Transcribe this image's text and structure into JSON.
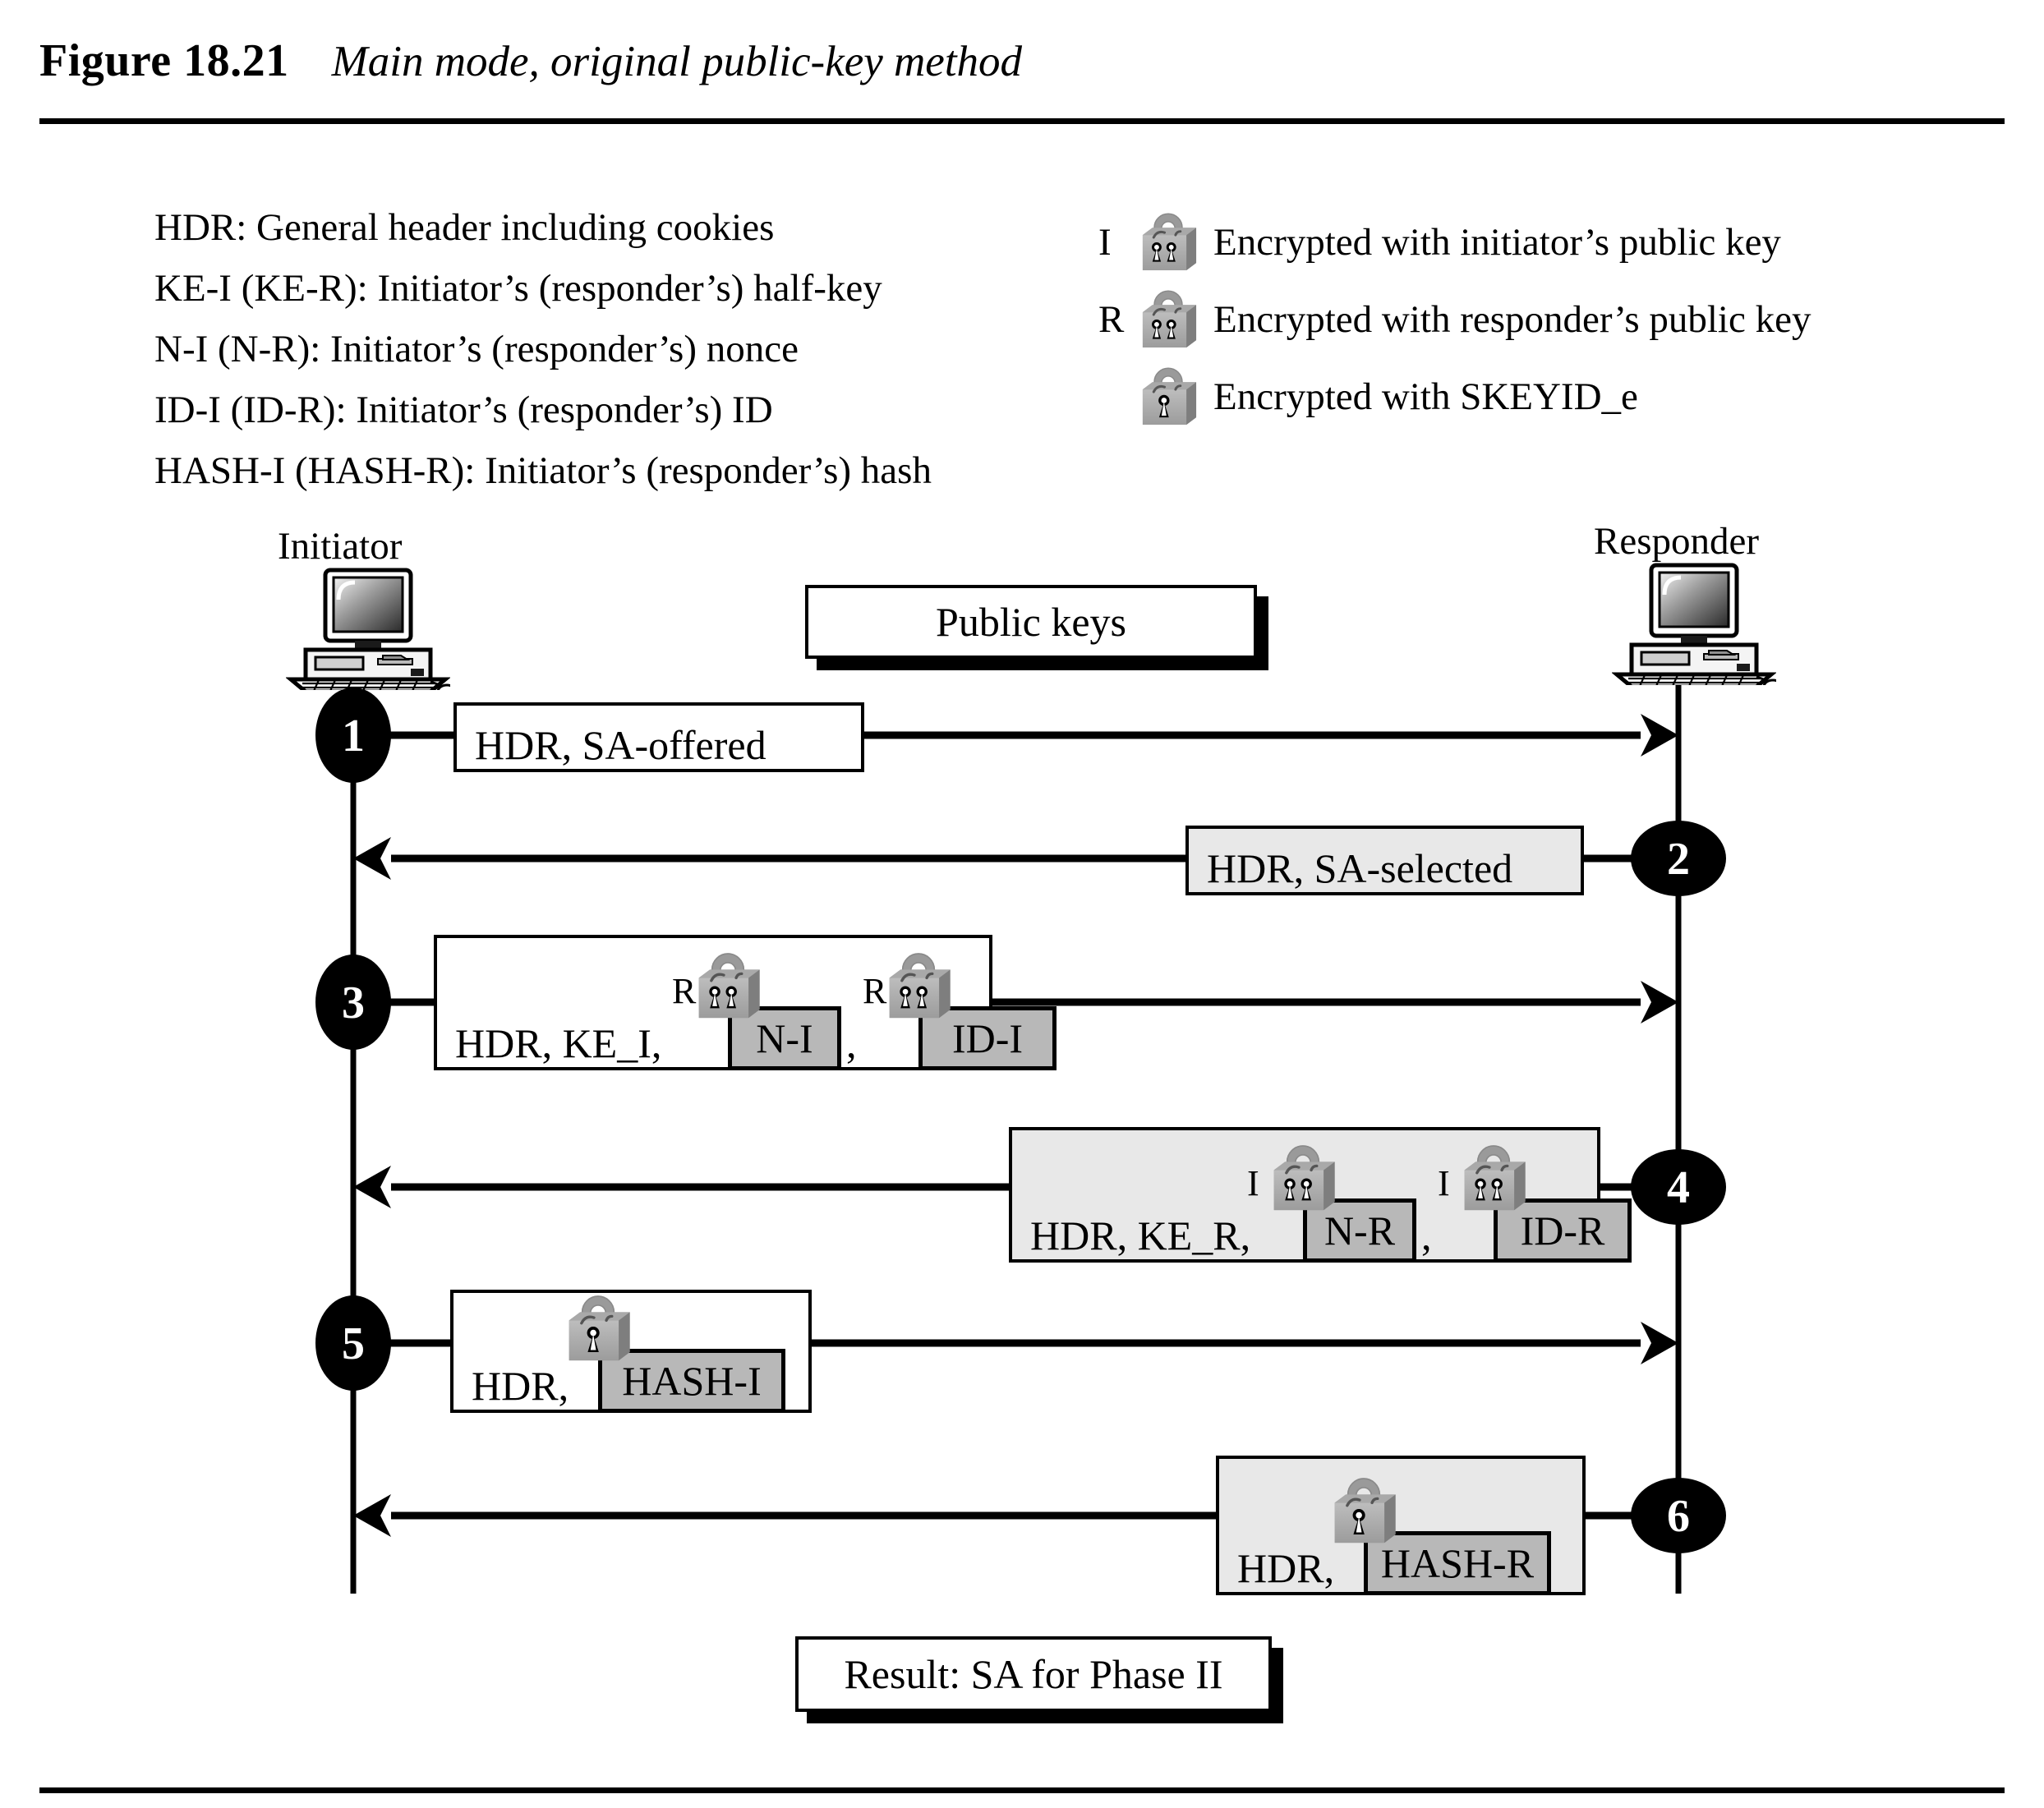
{
  "figure": {
    "number": "Figure 18.21",
    "caption": "Main mode, original public-key method"
  },
  "legend_left": [
    "HDR: General header including cookies",
    "KE-I (KE-R): Initiator’s (responder’s) half-key",
    "N-I (N-R): Initiator’s (responder’s) nonce",
    "ID-I (ID-R): Initiator’s (responder’s) ID",
    "HASH-I (HASH-R): Initiator’s (responder’s) hash"
  ],
  "legend_right": [
    {
      "key": "I",
      "icon": "padlock-double-keyhole-icon",
      "text": "Encrypted with initiator’s public key"
    },
    {
      "key": "R",
      "icon": "padlock-double-keyhole-icon",
      "text": "Encrypted with responder’s public key"
    },
    {
      "key": "",
      "icon": "padlock-single-keyhole-icon",
      "text": "Encrypted with SKEYID_e"
    }
  ],
  "actors": {
    "initiator": {
      "label": "Initiator",
      "icon": "desktop-computer-icon"
    },
    "responder": {
      "label": "Responder",
      "icon": "desktop-computer-icon"
    }
  },
  "banner": {
    "text": "Public keys"
  },
  "result": {
    "text": "Result: SA for Phase II"
  },
  "messages": [
    {
      "num": "1",
      "direction": "right",
      "fill": "white",
      "parts": [
        {
          "kind": "text",
          "text": "HDR, SA-offered"
        }
      ]
    },
    {
      "num": "2",
      "direction": "left",
      "fill": "gray",
      "parts": [
        {
          "kind": "text",
          "text": "HDR, SA-selected"
        }
      ]
    },
    {
      "num": "3",
      "direction": "right",
      "fill": "white",
      "parts": [
        {
          "kind": "text",
          "text": "HDR, KE_I,"
        },
        {
          "kind": "locked",
          "key": "R",
          "icon": "padlock-double-keyhole-icon",
          "text": "N-I"
        },
        {
          "kind": "text",
          "text": ","
        },
        {
          "kind": "locked",
          "key": "R",
          "icon": "padlock-double-keyhole-icon",
          "text": "ID-I"
        }
      ]
    },
    {
      "num": "4",
      "direction": "left",
      "fill": "gray",
      "parts": [
        {
          "kind": "text",
          "text": "HDR, KE_R,"
        },
        {
          "kind": "locked",
          "key": "I",
          "icon": "padlock-double-keyhole-icon",
          "text": "N-R"
        },
        {
          "kind": "text",
          "text": ","
        },
        {
          "kind": "locked",
          "key": "I",
          "icon": "padlock-double-keyhole-icon",
          "text": "ID-R"
        }
      ]
    },
    {
      "num": "5",
      "direction": "right",
      "fill": "white",
      "parts": [
        {
          "kind": "text",
          "text": "HDR,"
        },
        {
          "kind": "locked",
          "key": "",
          "icon": "padlock-single-keyhole-icon",
          "text": "HASH-I"
        }
      ]
    },
    {
      "num": "6",
      "direction": "left",
      "fill": "gray",
      "parts": [
        {
          "kind": "text",
          "text": "HDR,"
        },
        {
          "kind": "locked",
          "key": "",
          "icon": "padlock-single-keyhole-icon",
          "text": "HASH-R"
        }
      ]
    }
  ],
  "colors": {
    "ink": "#000000",
    "box_white": "#ffffff",
    "box_gray": "#e8e8e8",
    "inner_gray": "#b8b8b8",
    "lock_face": "#a8a8a8",
    "lock_side": "#8a8a8a",
    "lock_shackle": "#9a9a9a"
  }
}
